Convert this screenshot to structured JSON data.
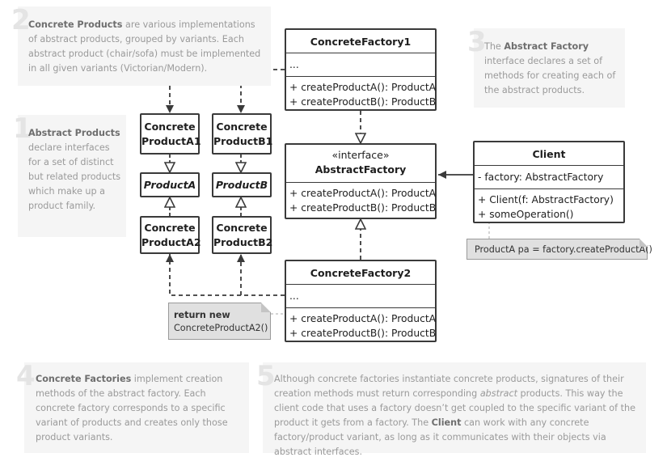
{
  "notes": {
    "n1": {
      "number": "1",
      "bold": "Abstract Products",
      "rest": " declare interfaces for a set of distinct but related products which make up a product family."
    },
    "n2": {
      "number": "2",
      "bold": "Concrete Products",
      "rest": " are various implementations of abstract products, grouped by variants. Each abstract product (chair/sofa) must be implemented in all given variants (Victorian/Modern)."
    },
    "n3": {
      "number": "3",
      "pre": "The ",
      "bold": "Abstract Factory",
      "rest": " interface declares a set of methods for creating each of the abstract products."
    },
    "n4": {
      "number": "4",
      "bold": "Concrete Factories",
      "rest": " implement creation methods of the abstract factory. Each concrete factory corresponds to a specific variant of products and creates only those product variants."
    },
    "n5": {
      "number": "5",
      "part1": "Although concrete factories instantiate concrete products, signatures of their creation methods must return corresponding ",
      "italic": "abstract",
      "part2": " products. This way the client code that uses a factory doesn’t get coupled to the specific variant of the product it gets from a factory. The ",
      "bold": "Client",
      "part3": " can work with any concrete factory/product variant, as long as it communicates with their objects via abstract interfaces."
    }
  },
  "classes": {
    "concrete_factory_1": {
      "name": "ConcreteFactory1",
      "fields": "...",
      "method_a": "+ createProductA(): ProductA",
      "method_b": "+ createProductB(): ProductB"
    },
    "abstract_factory": {
      "stereotype": "«interface»",
      "name": "AbstractFactory",
      "method_a": "+ createProductA(): ProductA",
      "method_b": "+ createProductB(): ProductB"
    },
    "concrete_factory_2": {
      "name": "ConcreteFactory2",
      "fields": "...",
      "method_a": "+ createProductA(): ProductA",
      "method_b": "+ createProductB(): ProductB"
    },
    "client": {
      "name": "Client",
      "field": "- factory: AbstractFactory",
      "method_1": "+ Client(f: AbstractFactory)",
      "method_2": "+ someOperation()"
    },
    "concrete_product_a1": {
      "line1": "Concrete",
      "line2": "ProductA1"
    },
    "concrete_product_b1": {
      "line1": "Concrete",
      "line2": "ProductB1"
    },
    "product_a": {
      "name": "ProductA"
    },
    "product_b": {
      "name": "ProductB"
    },
    "concrete_product_a2": {
      "line1": "Concrete",
      "line2": "ProductA2"
    },
    "concrete_product_b2": {
      "line1": "Concrete",
      "line2": "ProductB2"
    }
  },
  "code_notes": {
    "client_note": "ProductA pa = factory.createProductA()",
    "factory2_note_keyword": "return new",
    "factory2_note_code": "ConcreteProductA2()"
  }
}
